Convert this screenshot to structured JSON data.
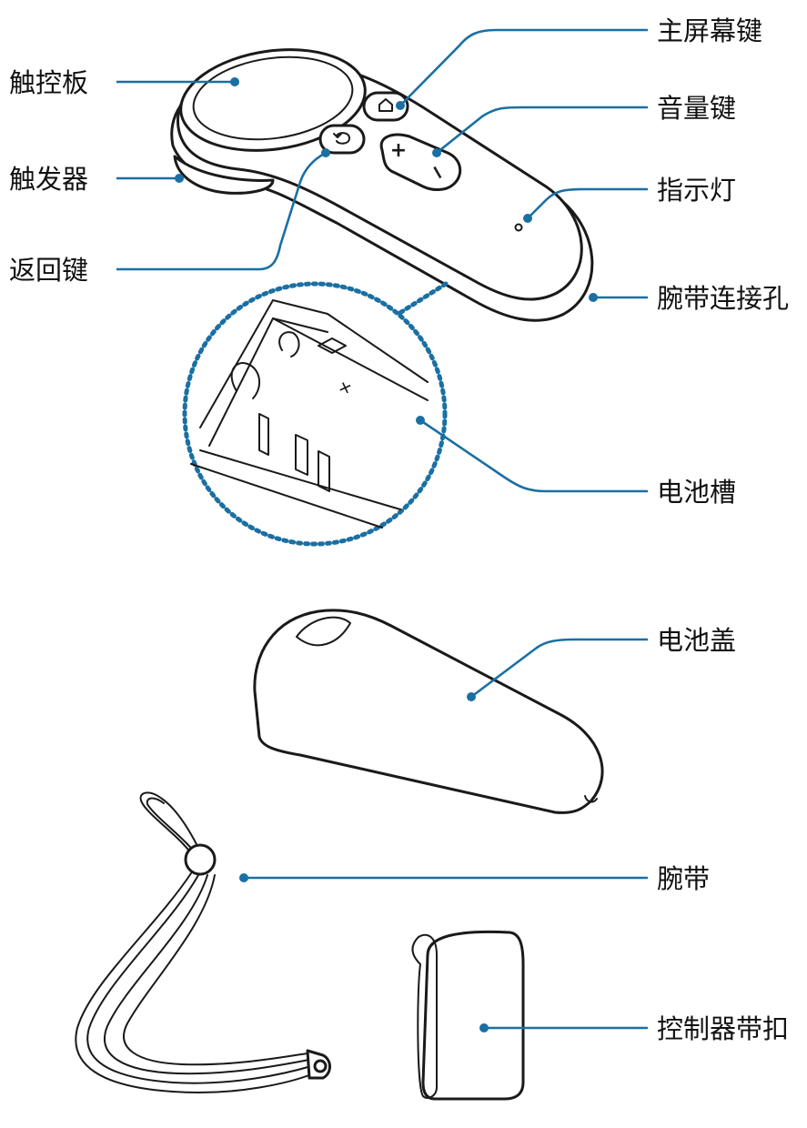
{
  "labels": {
    "touchpad": "触控板",
    "trigger": "触发器",
    "back_key": "返回键",
    "home_key": "主屏幕键",
    "volume_key": "音量键",
    "indicator_light": "指示灯",
    "strap_hole": "腕带连接孔",
    "battery_compartment": "电池槽",
    "battery_cover": "电池盖",
    "wrist_strap": "腕带",
    "controller_holder": "控制器带扣"
  },
  "button_glyphs": {
    "plus": "+",
    "minus": "−"
  },
  "colors": {
    "leader_line": "#1a6fa3",
    "outline": "#1a1a1a",
    "background": "#ffffff"
  },
  "icons": [
    "home-icon",
    "back-icon",
    "plus-icon",
    "minus-icon"
  ]
}
